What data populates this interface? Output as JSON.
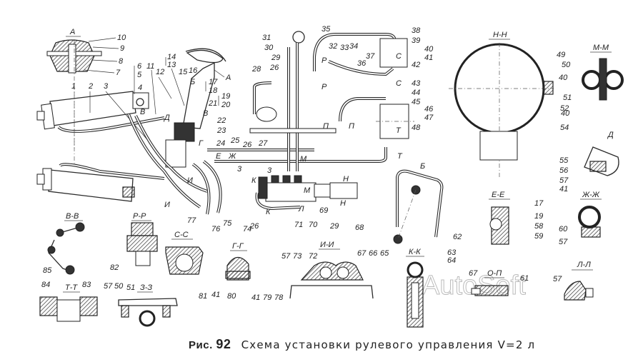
{
  "figure": {
    "prefix": "Рис.",
    "number": "92",
    "title": "Схема установки рулевого управления V=2 л"
  },
  "watermark": "AutoSoft",
  "section_views": [
    {
      "id": "A",
      "label": "А",
      "callouts": [
        "10",
        "9",
        "8",
        "7"
      ]
    },
    {
      "id": "H-H",
      "label": "Н-Н",
      "callouts": [
        "49",
        "40",
        "52"
      ]
    },
    {
      "id": "M-M",
      "label": "М-М",
      "callouts": [
        "50",
        "40",
        "51",
        "40",
        "54"
      ]
    },
    {
      "id": "D",
      "label": "Д",
      "callouts": [
        "55",
        "56",
        "57",
        "41"
      ]
    },
    {
      "id": "E-E",
      "label": "Е-Е",
      "callouts": [
        "17",
        "19",
        "58",
        "59"
      ]
    },
    {
      "id": "ZH-ZH",
      "label": "Ж-Ж",
      "callouts": [
        "60",
        "57"
      ]
    },
    {
      "id": "B-B",
      "label": "В-В",
      "callouts": [
        "85"
      ]
    },
    {
      "id": "P-P",
      "label": "Р-Р",
      "callouts": [
        "82"
      ]
    },
    {
      "id": "C-C",
      "label": "С-С",
      "callouts": [
        "81",
        "41",
        "80"
      ]
    },
    {
      "id": "G-G",
      "label": "Г-Г",
      "callouts": [
        "41",
        "79",
        "78"
      ]
    },
    {
      "id": "I-I",
      "label": "И-И",
      "callouts": [
        "57",
        "73",
        "72"
      ]
    },
    {
      "id": "K-K",
      "label": "К-К",
      "callouts": [
        "67",
        "66",
        "65"
      ]
    },
    {
      "id": "T-T",
      "label": "Т-Т",
      "callouts": [
        "84",
        "83"
      ]
    },
    {
      "id": "Z-Z",
      "label": "З-З",
      "callouts": [
        "57",
        "50",
        "51"
      ]
    },
    {
      "id": "O-P",
      "label": "О-П",
      "callouts": [
        "67",
        "61"
      ]
    },
    {
      "id": "L-L",
      "label": "Л-Л",
      "callouts": [
        "57"
      ]
    },
    {
      "id": "B",
      "label": "Б",
      "callouts": [
        "62",
        "63",
        "64"
      ]
    }
  ],
  "main_callouts": [
    "1",
    "2",
    "3",
    "4",
    "5",
    "6",
    "11",
    "12",
    "13",
    "14",
    "15",
    "16",
    "17",
    "18",
    "19",
    "20",
    "21",
    "22",
    "23",
    "24",
    "25",
    "26",
    "27",
    "28",
    "29",
    "30",
    "31",
    "32",
    "33",
    "34",
    "35",
    "36",
    "37",
    "38",
    "39",
    "40",
    "41",
    "42",
    "43",
    "44",
    "45",
    "46",
    "47",
    "48",
    "68",
    "69",
    "70",
    "71",
    "74",
    "75",
    "76",
    "77"
  ],
  "cut_marks": [
    "А",
    "Б",
    "В",
    "Г",
    "Д",
    "Е",
    "Ж",
    "З",
    "И",
    "К",
    "Л",
    "М",
    "Н",
    "П",
    "Р",
    "С",
    "Т"
  ]
}
